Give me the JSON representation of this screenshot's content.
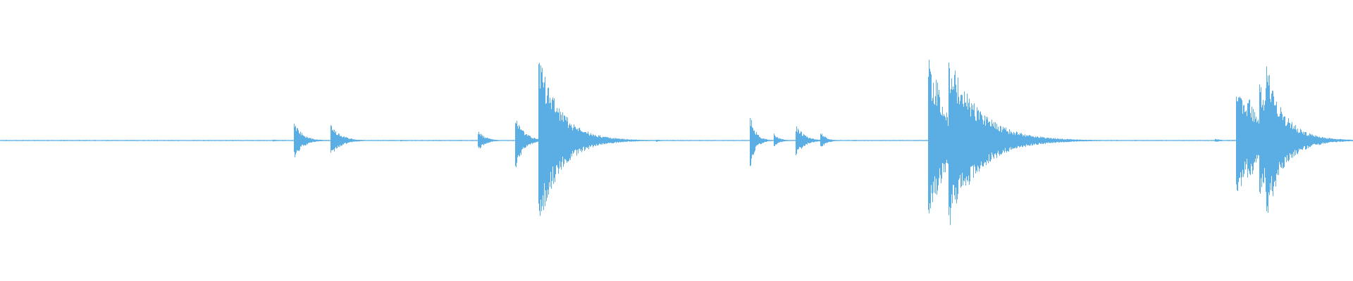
{
  "waveform": {
    "color": "#5aaee3",
    "background": "#ffffff",
    "duration_fraction_note": "",
    "events": [
      {
        "t": 0.006,
        "amp": 0.004,
        "decay": 0.001
      },
      {
        "t": 0.085,
        "amp": 0.006,
        "decay": 0.004
      },
      {
        "t": 0.155,
        "amp": 0.005,
        "decay": 0.004
      },
      {
        "t": 0.202,
        "amp": 0.012,
        "decay": 0.004
      },
      {
        "t": 0.2175,
        "amp": 0.22,
        "decay": 0.006
      },
      {
        "t": 0.2445,
        "amp": 0.2,
        "decay": 0.007
      },
      {
        "t": 0.296,
        "amp": 0.01,
        "decay": 0.004
      },
      {
        "t": 0.3535,
        "amp": 0.12,
        "decay": 0.005
      },
      {
        "t": 0.381,
        "amp": 0.32,
        "decay": 0.006
      },
      {
        "t": 0.398,
        "amp": 1.0,
        "decay": 0.016
      },
      {
        "t": 0.485,
        "amp": 0.015,
        "decay": 0.004
      },
      {
        "t": 0.5545,
        "amp": 0.3,
        "decay": 0.004
      },
      {
        "t": 0.572,
        "amp": 0.08,
        "decay": 0.004
      },
      {
        "t": 0.5885,
        "amp": 0.18,
        "decay": 0.006
      },
      {
        "t": 0.6065,
        "amp": 0.1,
        "decay": 0.004
      },
      {
        "t": 0.6865,
        "amp": 0.92,
        "decay": 0.01
      },
      {
        "t": 0.6915,
        "amp": 0.75,
        "decay": 0.01
      },
      {
        "t": 0.7015,
        "amp": 0.99,
        "decay": 0.022
      },
      {
        "t": 0.709,
        "amp": 0.4,
        "decay": 0.018
      },
      {
        "t": 0.72,
        "amp": 0.3,
        "decay": 0.02
      },
      {
        "t": 0.8985,
        "amp": 0.02,
        "decay": 0.004
      },
      {
        "t": 0.914,
        "amp": 0.72,
        "decay": 0.01
      },
      {
        "t": 0.922,
        "amp": 0.55,
        "decay": 0.01
      },
      {
        "t": 0.931,
        "amp": 0.65,
        "decay": 0.012
      },
      {
        "t": 0.936,
        "amp": 0.95,
        "decay": 0.012
      },
      {
        "t": 0.946,
        "amp": 0.4,
        "decay": 0.014
      },
      {
        "t": 0.958,
        "amp": 0.1,
        "decay": 0.012
      }
    ]
  }
}
